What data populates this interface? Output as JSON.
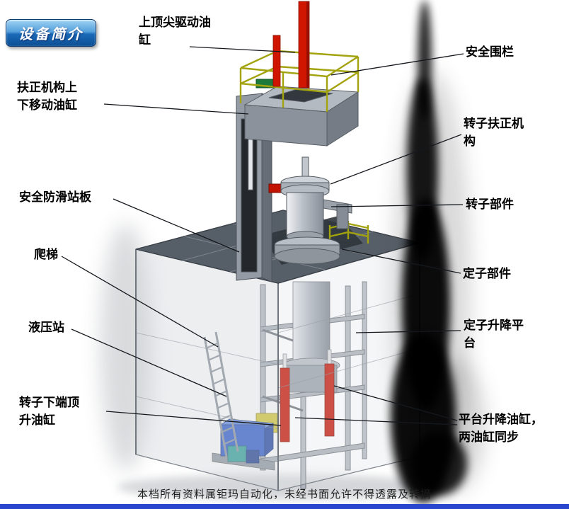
{
  "badge": {
    "label": "设备简介"
  },
  "callouts": {
    "top_spindle_cylinder": "上顶尖驱动油\n缸",
    "safety_fence": "安全围栏",
    "straightener_lift_cylinder": "扶正机构上\n下移动油缸",
    "rotor_straightener": "转子扶正机\n构",
    "anti_slip_platform": "安全防滑站板",
    "rotor_part": "转子部件",
    "ladder": "爬梯",
    "stator_part": "定子部件",
    "hydraulic_station": "液压站",
    "stator_lift_platform": "定子升降平\n台",
    "rotor_bottom_jack_cylinder": "转子下端顶\n升油缸",
    "platform_lift_cylinders": "平台升降油缸，\n两油缸同步"
  },
  "footer": {
    "text": "本档所有资料属钜玛自动化，未经书面允许不得透露及转摘"
  },
  "colors": {
    "badge_blue": "#1a6ab8",
    "cylinder_red": "#d01500",
    "railing_yellow": "#a3a310",
    "hydraulic_blue": "#2a58cc",
    "platform_gray": "#565e68",
    "bottom_bar_blue": "#2a45ce"
  }
}
